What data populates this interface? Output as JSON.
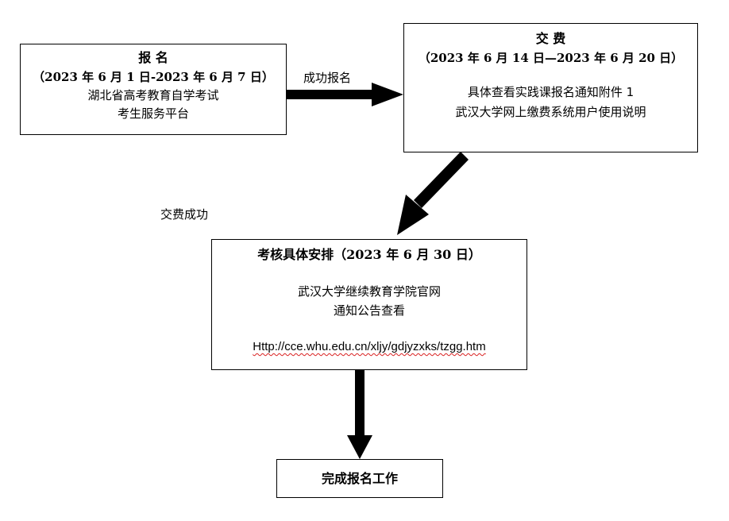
{
  "registration": {
    "title": "报  名",
    "dates": "（2023 年 6 月 1 日-2023 年 6 月 7 日）",
    "line1": "湖北省高考教育自学考试",
    "line2": "考生服务平台"
  },
  "arrow1_label": "成功报名",
  "payment": {
    "title": "交  费",
    "dates": "（2023 年 6 月 14 日—2023 年 6 月 20 日）",
    "line1": "具体查看实践课报名通知附件 1",
    "line2": "武汉大学网上缴费系统用户使用说明"
  },
  "arrow2_label": "交费成功",
  "assessment": {
    "title": "考核具体安排（2023 年 6 月 30 日）",
    "line1": "武汉大学继续教育学院官网",
    "line2": "通知公告查看",
    "url": "Http://cce.whu.edu.cn/xljy/gdjyzxks/tzgg.htm"
  },
  "final": {
    "title": "完成报名工作"
  }
}
